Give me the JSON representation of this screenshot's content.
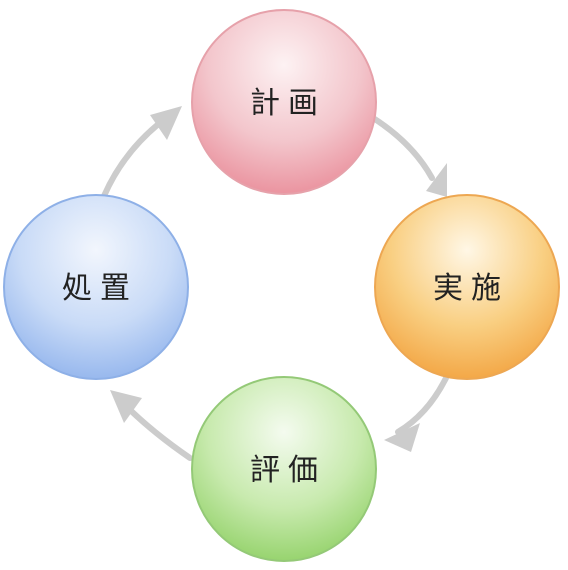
{
  "diagram": {
    "type": "cycle",
    "nodes": [
      {
        "id": "plan",
        "label": "計画",
        "color": "#e98b98"
      },
      {
        "id": "do",
        "label": "実施",
        "color": "#f2a13d"
      },
      {
        "id": "check",
        "label": "評価",
        "color": "#8fd064"
      },
      {
        "id": "act",
        "label": "処置",
        "color": "#8fb2ec"
      }
    ],
    "edges": [
      {
        "from": "plan",
        "to": "do"
      },
      {
        "from": "do",
        "to": "check"
      },
      {
        "from": "check",
        "to": "act"
      },
      {
        "from": "act",
        "to": "plan"
      }
    ],
    "arrow_color": "#cccccc"
  }
}
